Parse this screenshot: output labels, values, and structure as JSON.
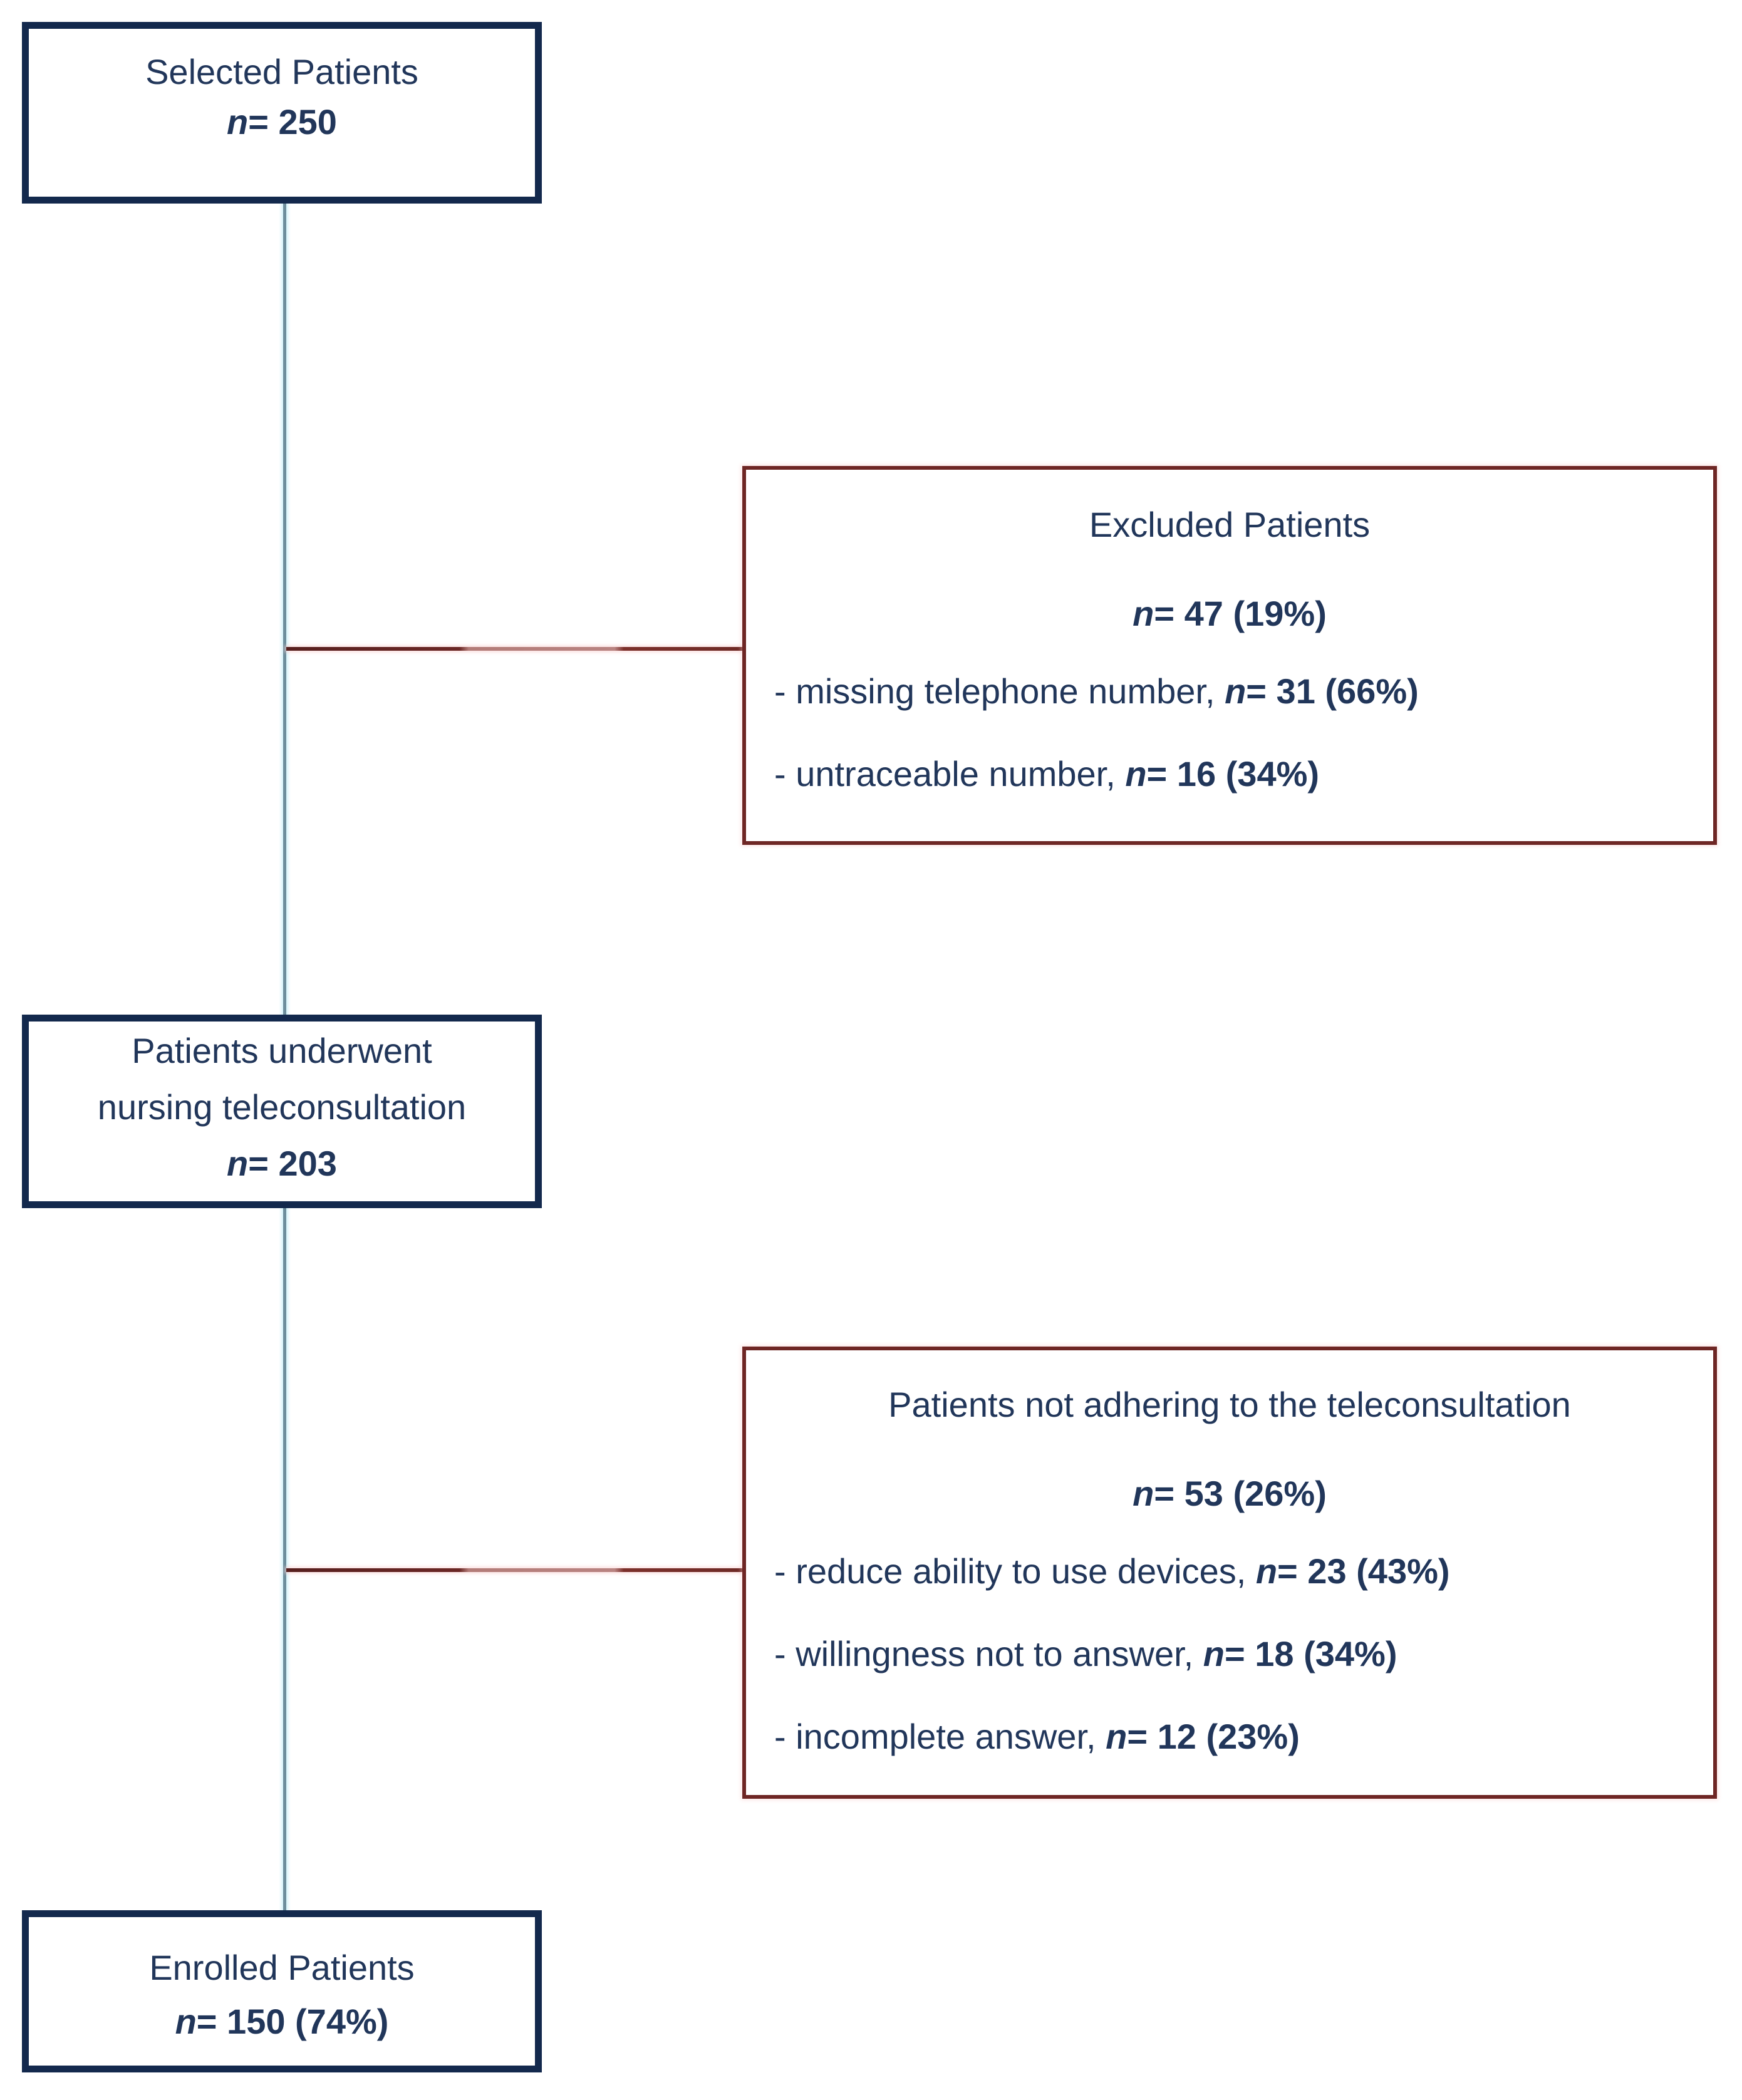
{
  "colors": {
    "navy_border": "#13294d",
    "red_border": "#6e2624",
    "text_navy": "#21365a",
    "blue_connector": "#6e8e9c",
    "red_connector": "#6b2725"
  },
  "boxes": {
    "selected": {
      "title": "Selected Patients",
      "n_italic": "n",
      "n_rest": "= 250"
    },
    "excluded": {
      "title": "Excluded Patients",
      "n_italic": "n",
      "n_rest": "= 47  (19%)",
      "bullets": [
        {
          "text": "- missing telephone number, ",
          "n_italic": "n",
          "n_rest": "= 31 (66%)"
        },
        {
          "text": "- untraceable number, ",
          "n_italic": "n",
          "n_rest": "= 16 (34%)"
        }
      ]
    },
    "teleconsult": {
      "title_line1": "Patients underwent",
      "title_line2": "nursing teleconsultation",
      "n_italic": "n",
      "n_rest": "= 203"
    },
    "not_adhering": {
      "title": "Patients not adhering to the teleconsultation",
      "n_italic": "n",
      "n_rest": "= 53  (26%)",
      "bullets": [
        {
          "text": "- reduce ability to use devices, ",
          "n_italic": "n",
          "n_rest": "= 23 (43%)"
        },
        {
          "text": "- willingness not to answer, ",
          "n_italic": "n",
          "n_rest": "= 18 (34%)"
        },
        {
          "text": "- incomplete answer, ",
          "n_italic": "n",
          "n_rest": "= 12 (23%)"
        }
      ]
    },
    "enrolled": {
      "title": "Enrolled Patients",
      "n_italic": "n",
      "n_rest": "= 150  (74%)"
    }
  }
}
